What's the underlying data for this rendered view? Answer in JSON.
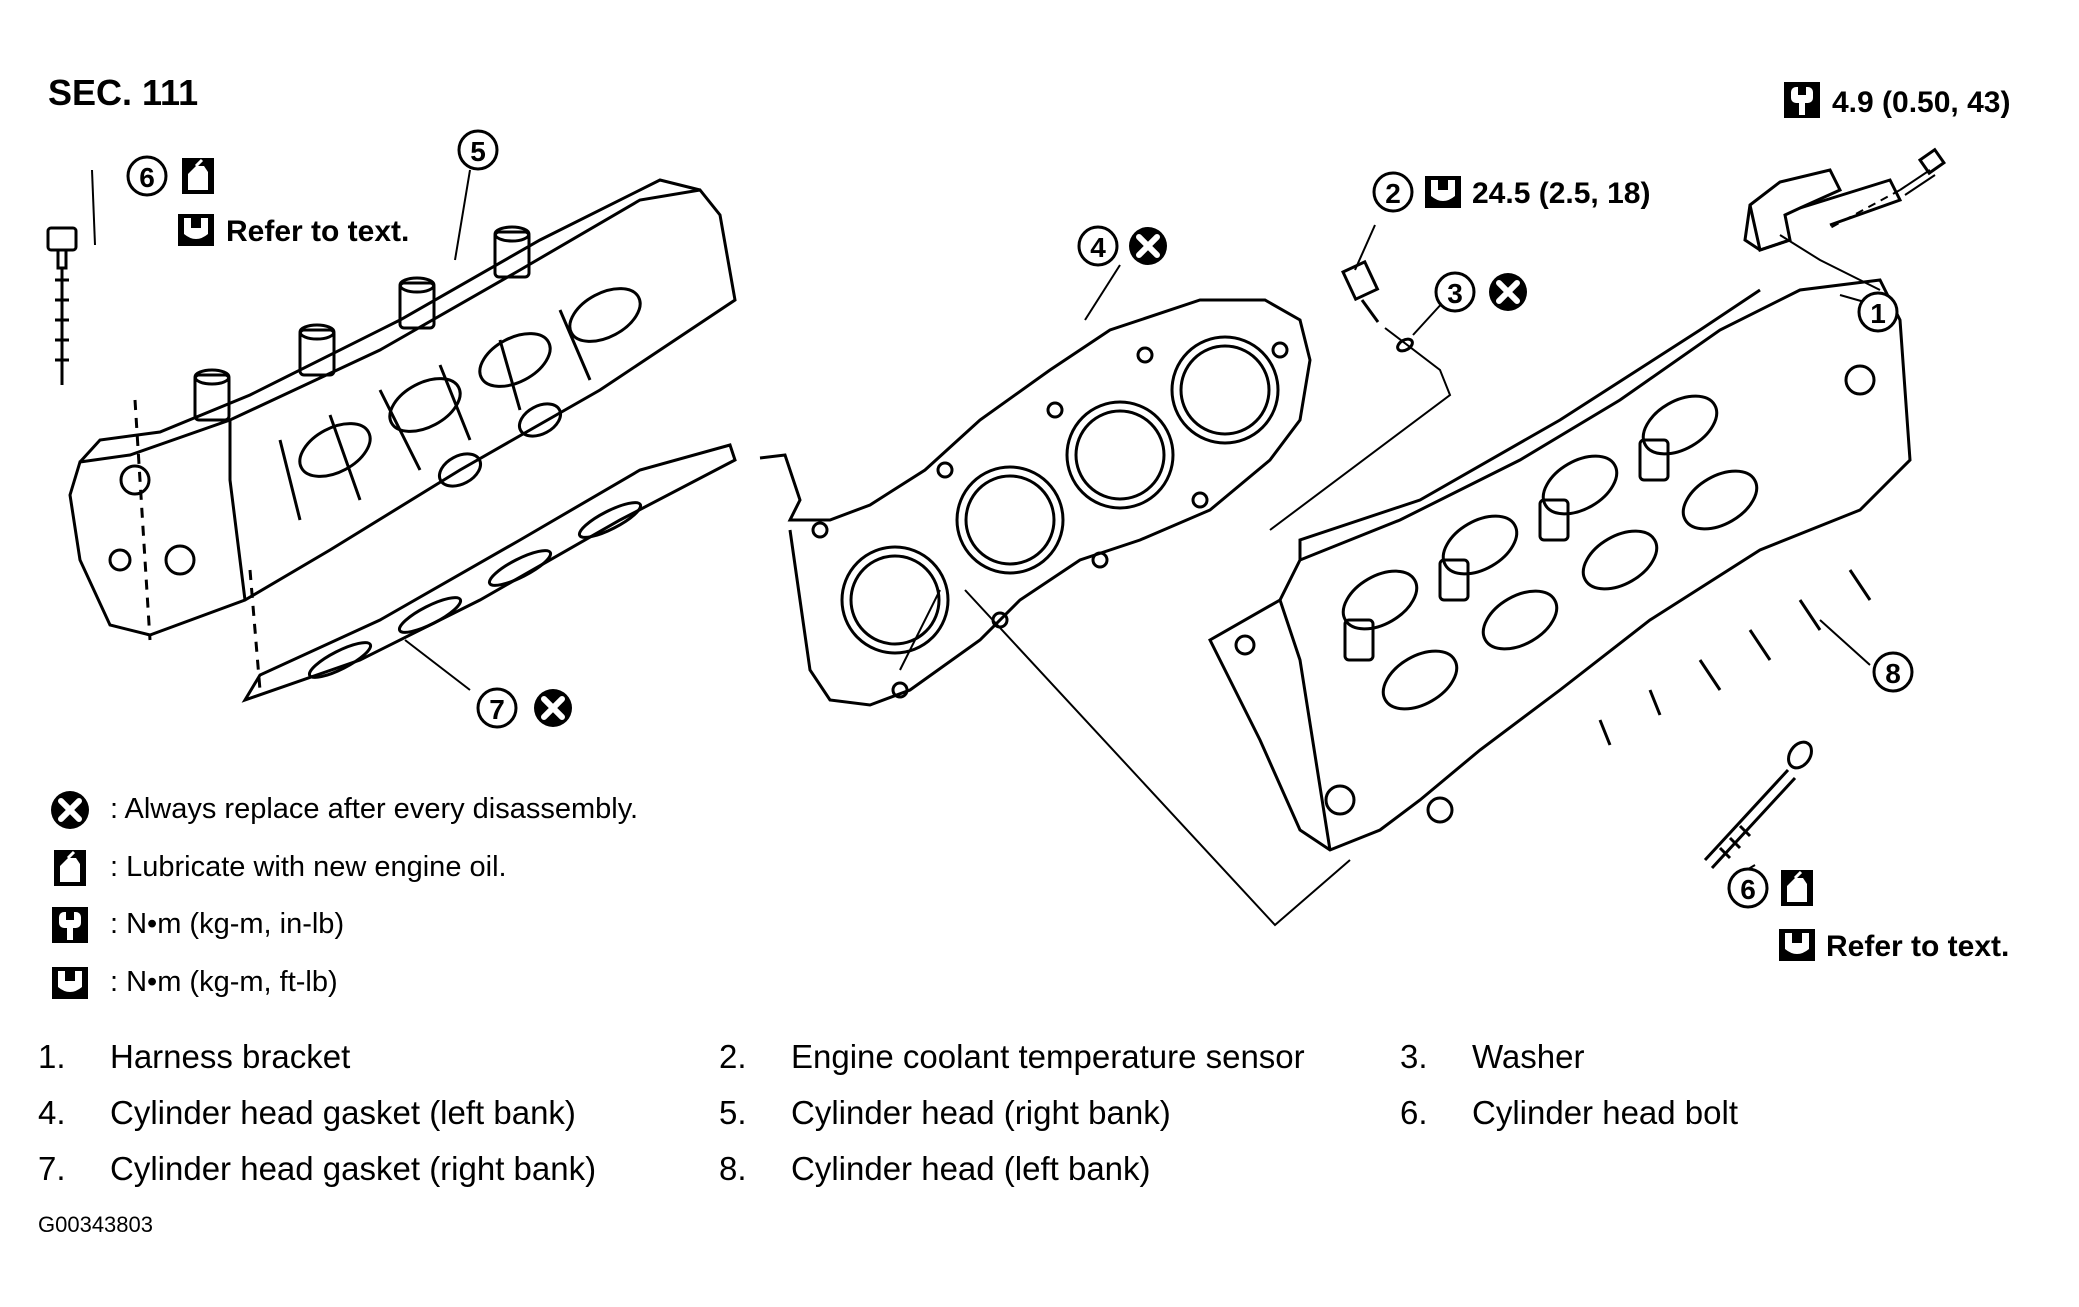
{
  "section": "SEC. 111",
  "callouts": {
    "c1": "1",
    "c2": "2",
    "c3": "3",
    "c4": "4",
    "c5": "5",
    "c6a": "6",
    "c6b": "6",
    "c7": "7",
    "c8": "8"
  },
  "torque": {
    "bracket_bolt": "4.9 (0.50, 43)",
    "sensor": "24.5 (2.5, 18)",
    "refer_top": "Refer to text.",
    "refer_bottom": "Refer to text."
  },
  "legend": {
    "replace": ": Always replace after every disassembly.",
    "lubricate": ": Lubricate with new engine oil.",
    "torque_inlb": ": N•m  (kg-m,  in-lb)",
    "torque_ftlb": ": N•m  (kg-m,  ft-lb)"
  },
  "parts": [
    {
      "num": "1.",
      "name": "Harness bracket"
    },
    {
      "num": "2.",
      "name": "Engine coolant temperature sensor"
    },
    {
      "num": "3.",
      "name": "Washer"
    },
    {
      "num": "4.",
      "name": "Cylinder head gasket (left bank)"
    },
    {
      "num": "5.",
      "name": "Cylinder head (right bank)"
    },
    {
      "num": "6.",
      "name": "Cylinder head bolt"
    },
    {
      "num": "7.",
      "name": "Cylinder head gasket (right bank)"
    },
    {
      "num": "8.",
      "name": "Cylinder head (left bank)"
    }
  ],
  "doc_id": "G00343803",
  "icons": [
    "replace-x-icon",
    "oil-can-icon",
    "torque-wrench-inlb-icon",
    "torque-wrench-ftlb-icon"
  ]
}
